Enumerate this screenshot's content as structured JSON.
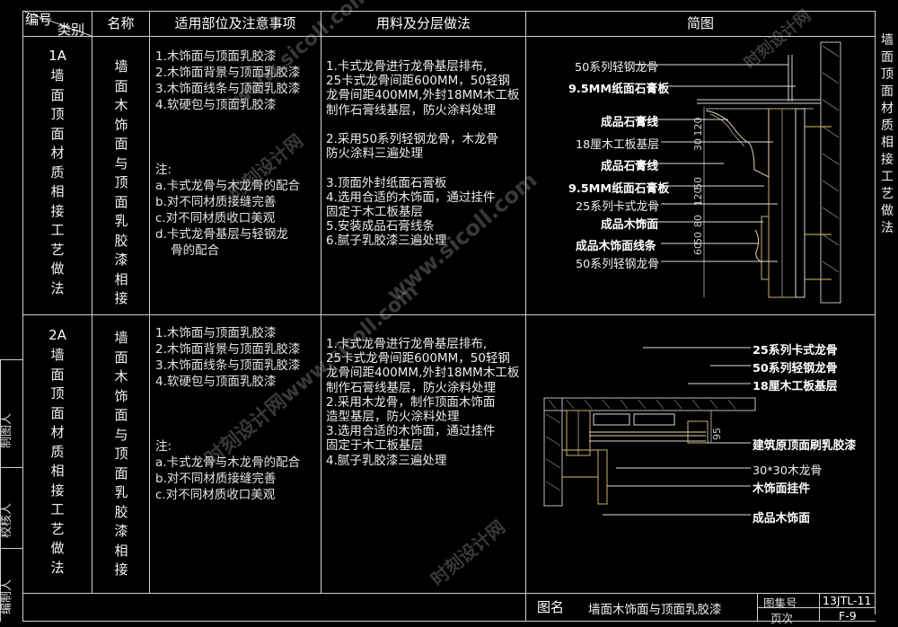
{
  "header": {
    "number_label": "编号",
    "category_label": "类别",
    "name_label": "名称",
    "scope_label": "适用部位及注意事项",
    "method_label": "用料及分层做法",
    "diagram_label": "简图"
  },
  "rows": [
    {
      "code": "1A",
      "category": "墙面顶面材质相接工艺做法",
      "name": "墙面木饰面与顶面乳胶漆相接",
      "notes": "1.木饰面与顶面乳胶漆\n2.木饰面背景与顶面乳胶漆\n3.木饰面线条与顶面乳胶漆\n4.软硬包与顶面乳胶漆\n\n\n\n注:\na.卡式龙骨与木龙骨的配合\nb.对不同材质接缝完善\nc.对不同材质收口美观\nd.卡式龙骨基层与轻钢龙\n    骨的配合",
      "method": "1.卡式龙骨进行龙骨基层排布,\n25卡式龙骨间距600MM，50轻钢\n龙骨间距400MM,外封18MM木工板\n制作石膏线基层，防火涂料处理\n\n2.采用50系列轻钢龙骨，木龙骨\n防火涂料三遍处理\n\n3.顶面外封纸面石膏板\n4.选用合适的木饰面，通过挂件\n固定于木工板基层\n5.安装成品石膏线条\n6.腻子乳胶漆三遍处理",
      "diagram_labels": [
        "50系列轻钢龙骨",
        "9.5MM纸面石膏板",
        "成品石膏线",
        "18厘木工板基层",
        "成品石膏线",
        "9.5MM纸面石膏板",
        "25系列卡式龙骨",
        "成品木饰面",
        "成品木饰面线条",
        "50系列轻钢龙骨"
      ],
      "dimensions": [
        "30",
        "120",
        "50",
        "120",
        "80",
        "50",
        "60"
      ]
    },
    {
      "code": "2A",
      "category": "墙面顶面材质相接工艺做法",
      "name": "墙面木饰面与顶面乳胶漆相接",
      "notes": "1.木饰面与顶面乳胶漆\n2.木饰面背景与顶面乳胶漆\n3.木饰面线条与顶面乳胶漆\n4.软硬包与顶面乳胶漆\n\n\n\n注:\na.卡式龙骨与木龙骨的配合\nb.对不同材质接缝完善\nc.对不同材质收口美观",
      "method": "1.卡式龙骨进行龙骨基层排布,\n25卡式龙骨间距600MM，50轻钢\n龙骨间距400MM,外封18MM木工板\n制作石膏线基层，防火涂料处理\n2.采用木龙骨，制作顶面木饰面\n造型基层，防火涂料处理\n3.选用合适的木饰面，通过挂件\n固定于木工板基层\n4.腻子乳胶漆三遍处理",
      "diagram_labels": [
        "25系列卡式龙骨",
        "50系列轻钢龙骨",
        "18厘木工板基层",
        "建筑原顶面刷乳胶漆",
        "30*30木龙骨",
        "木饰面挂件",
        "成品木饰面"
      ],
      "dimensions": [
        "95"
      ]
    }
  ],
  "side_title": "墙面顶面材质相接工艺做法",
  "left_roles": [
    "制图人",
    "校核人",
    "编制人"
  ],
  "footer": {
    "figure_name_label": "图名",
    "figure_name": "墙面木饰面与顶面乳胶漆",
    "atlas_label": "图集号",
    "atlas_value": "13JTL-11",
    "page_label": "页次",
    "page_value": "F-9"
  },
  "watermarks": [
    "www.sicoll.com",
    "时刻设计网",
    "时刻设计网www.sicoll.com"
  ]
}
